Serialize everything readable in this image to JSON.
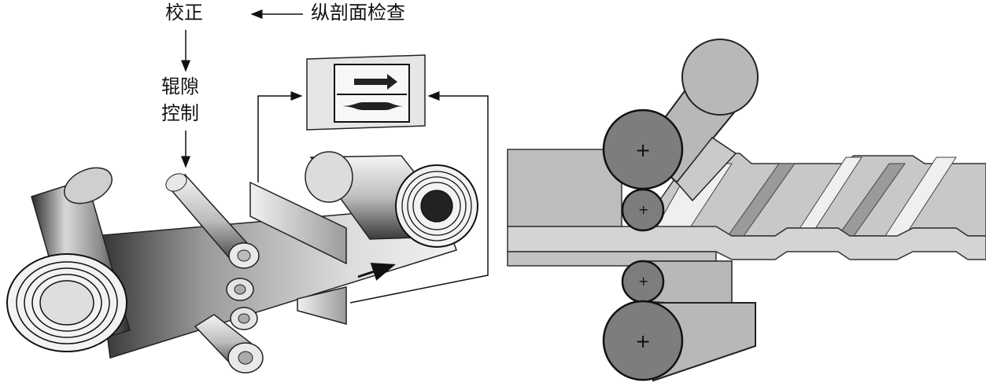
{
  "left_diagram": {
    "labels": {
      "correction": "校正",
      "profile_check": "纵剖面检查",
      "roll_gap_line1": "辊隙",
      "roll_gap_line2": "控制"
    }
  },
  "right_diagram": {
    "roll_marks": [
      "+",
      "+",
      "+",
      "+"
    ]
  }
}
